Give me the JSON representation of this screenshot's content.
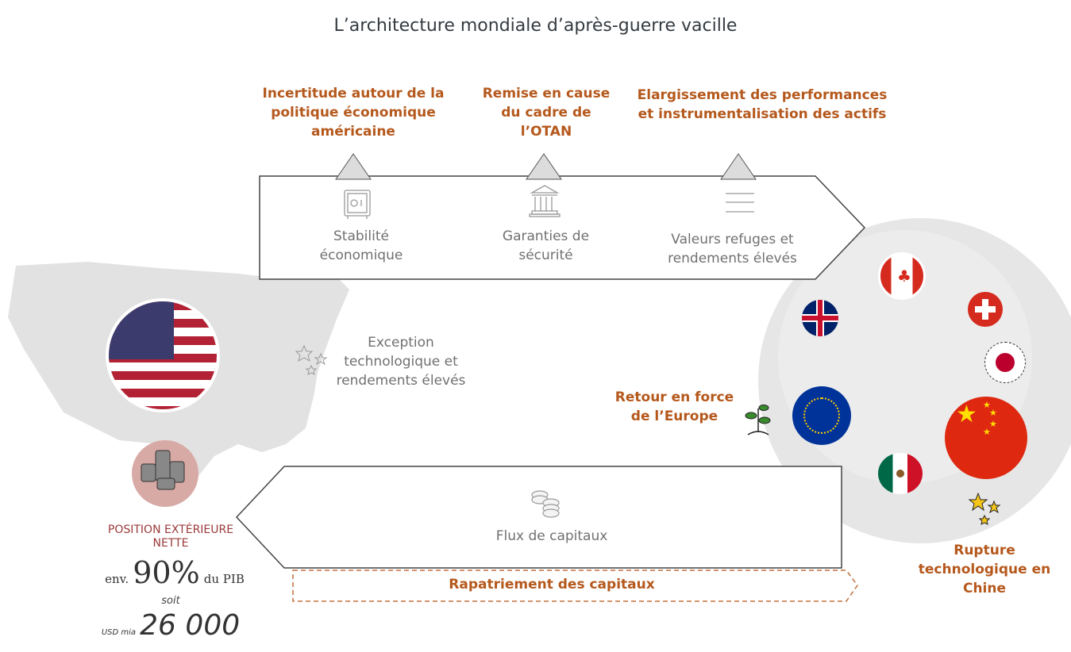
{
  "title": "L’architecture mondiale d’après-guerre vacille",
  "top_arrow": {
    "threats": [
      {
        "label": "Incertitude autour de la politique économique américaine"
      },
      {
        "label": "Remise en cause du cadre de l’OTAN"
      },
      {
        "label": "Elargissement des performances et instrumentalisation des actifs"
      }
    ],
    "pillars": [
      {
        "icon": "safe-icon",
        "label": "Stabilité économique"
      },
      {
        "icon": "bank-building-icon",
        "label": "Garanties de sécurité"
      },
      {
        "icon": "lines-icon",
        "label": "Valeurs refuges et rendements élevés"
      }
    ]
  },
  "usa": {
    "flag": "usa-flag",
    "tech_label": "Exception technologique et rendements élevés",
    "net_position": {
      "title": "POSITION EXTÉRIEURE NETTE",
      "prefix": "env.",
      "percent": "90%",
      "suffix": "du PIB",
      "connector": "soit",
      "currency": "USD mia",
      "amount": "26 000"
    }
  },
  "bottom_arrow": {
    "label": "Flux de capitaux",
    "icon": "coins-icon"
  },
  "repatriation": {
    "label": "Rapatriement des capitaux"
  },
  "world": {
    "europe_label": "Retour en force de l’Europe",
    "china_label": "Rupture technologique en Chine",
    "flags": [
      "canada",
      "uk",
      "switzerland",
      "japan",
      "eu",
      "china",
      "mexico"
    ]
  },
  "colors": {
    "accent_orange": "#b5581c",
    "text_grey": "#707070",
    "net_position_red": "#9b3a3a"
  }
}
